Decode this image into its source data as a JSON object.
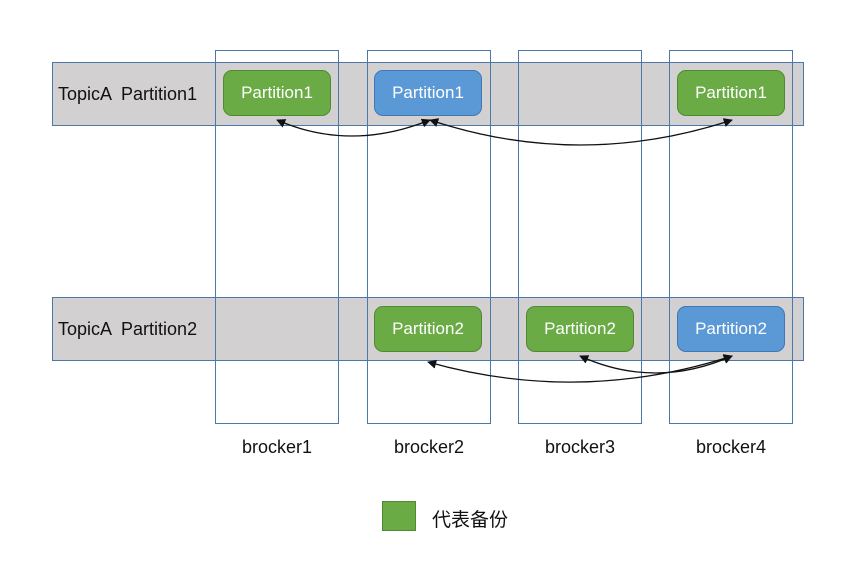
{
  "topics": [
    {
      "label": "TopicA  Partition1"
    },
    {
      "label": "TopicA  Partition2"
    }
  ],
  "brokers": [
    "brocker1",
    "brocker2",
    "brocker3",
    "brocker4"
  ],
  "rows": [
    {
      "cells": [
        {
          "label": "Partition1",
          "role": "replica"
        },
        {
          "label": "Partition1",
          "role": "leader"
        },
        null,
        {
          "label": "Partition1",
          "role": "replica"
        }
      ]
    },
    {
      "cells": [
        null,
        {
          "label": "Partition2",
          "role": "replica"
        },
        {
          "label": "Partition2",
          "role": "replica"
        },
        {
          "label": "Partition2",
          "role": "leader"
        }
      ]
    }
  ],
  "legend": {
    "label": "代表备份",
    "color": "#6aab45"
  },
  "colors": {
    "replica": "#6aab45",
    "leader": "#5b98d6",
    "band": "#d2d0d0",
    "border": "#4a78a8"
  }
}
